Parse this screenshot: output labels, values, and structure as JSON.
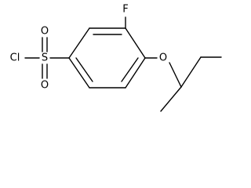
{
  "molecule": {
    "atoms": {
      "cl": "Cl",
      "s": "S",
      "o_top": "O",
      "o_bottom": "O",
      "f": "F",
      "o_ether": "O"
    },
    "colors": {
      "bond": "#000000",
      "label": "#000000",
      "background": "#ffffff"
    }
  }
}
